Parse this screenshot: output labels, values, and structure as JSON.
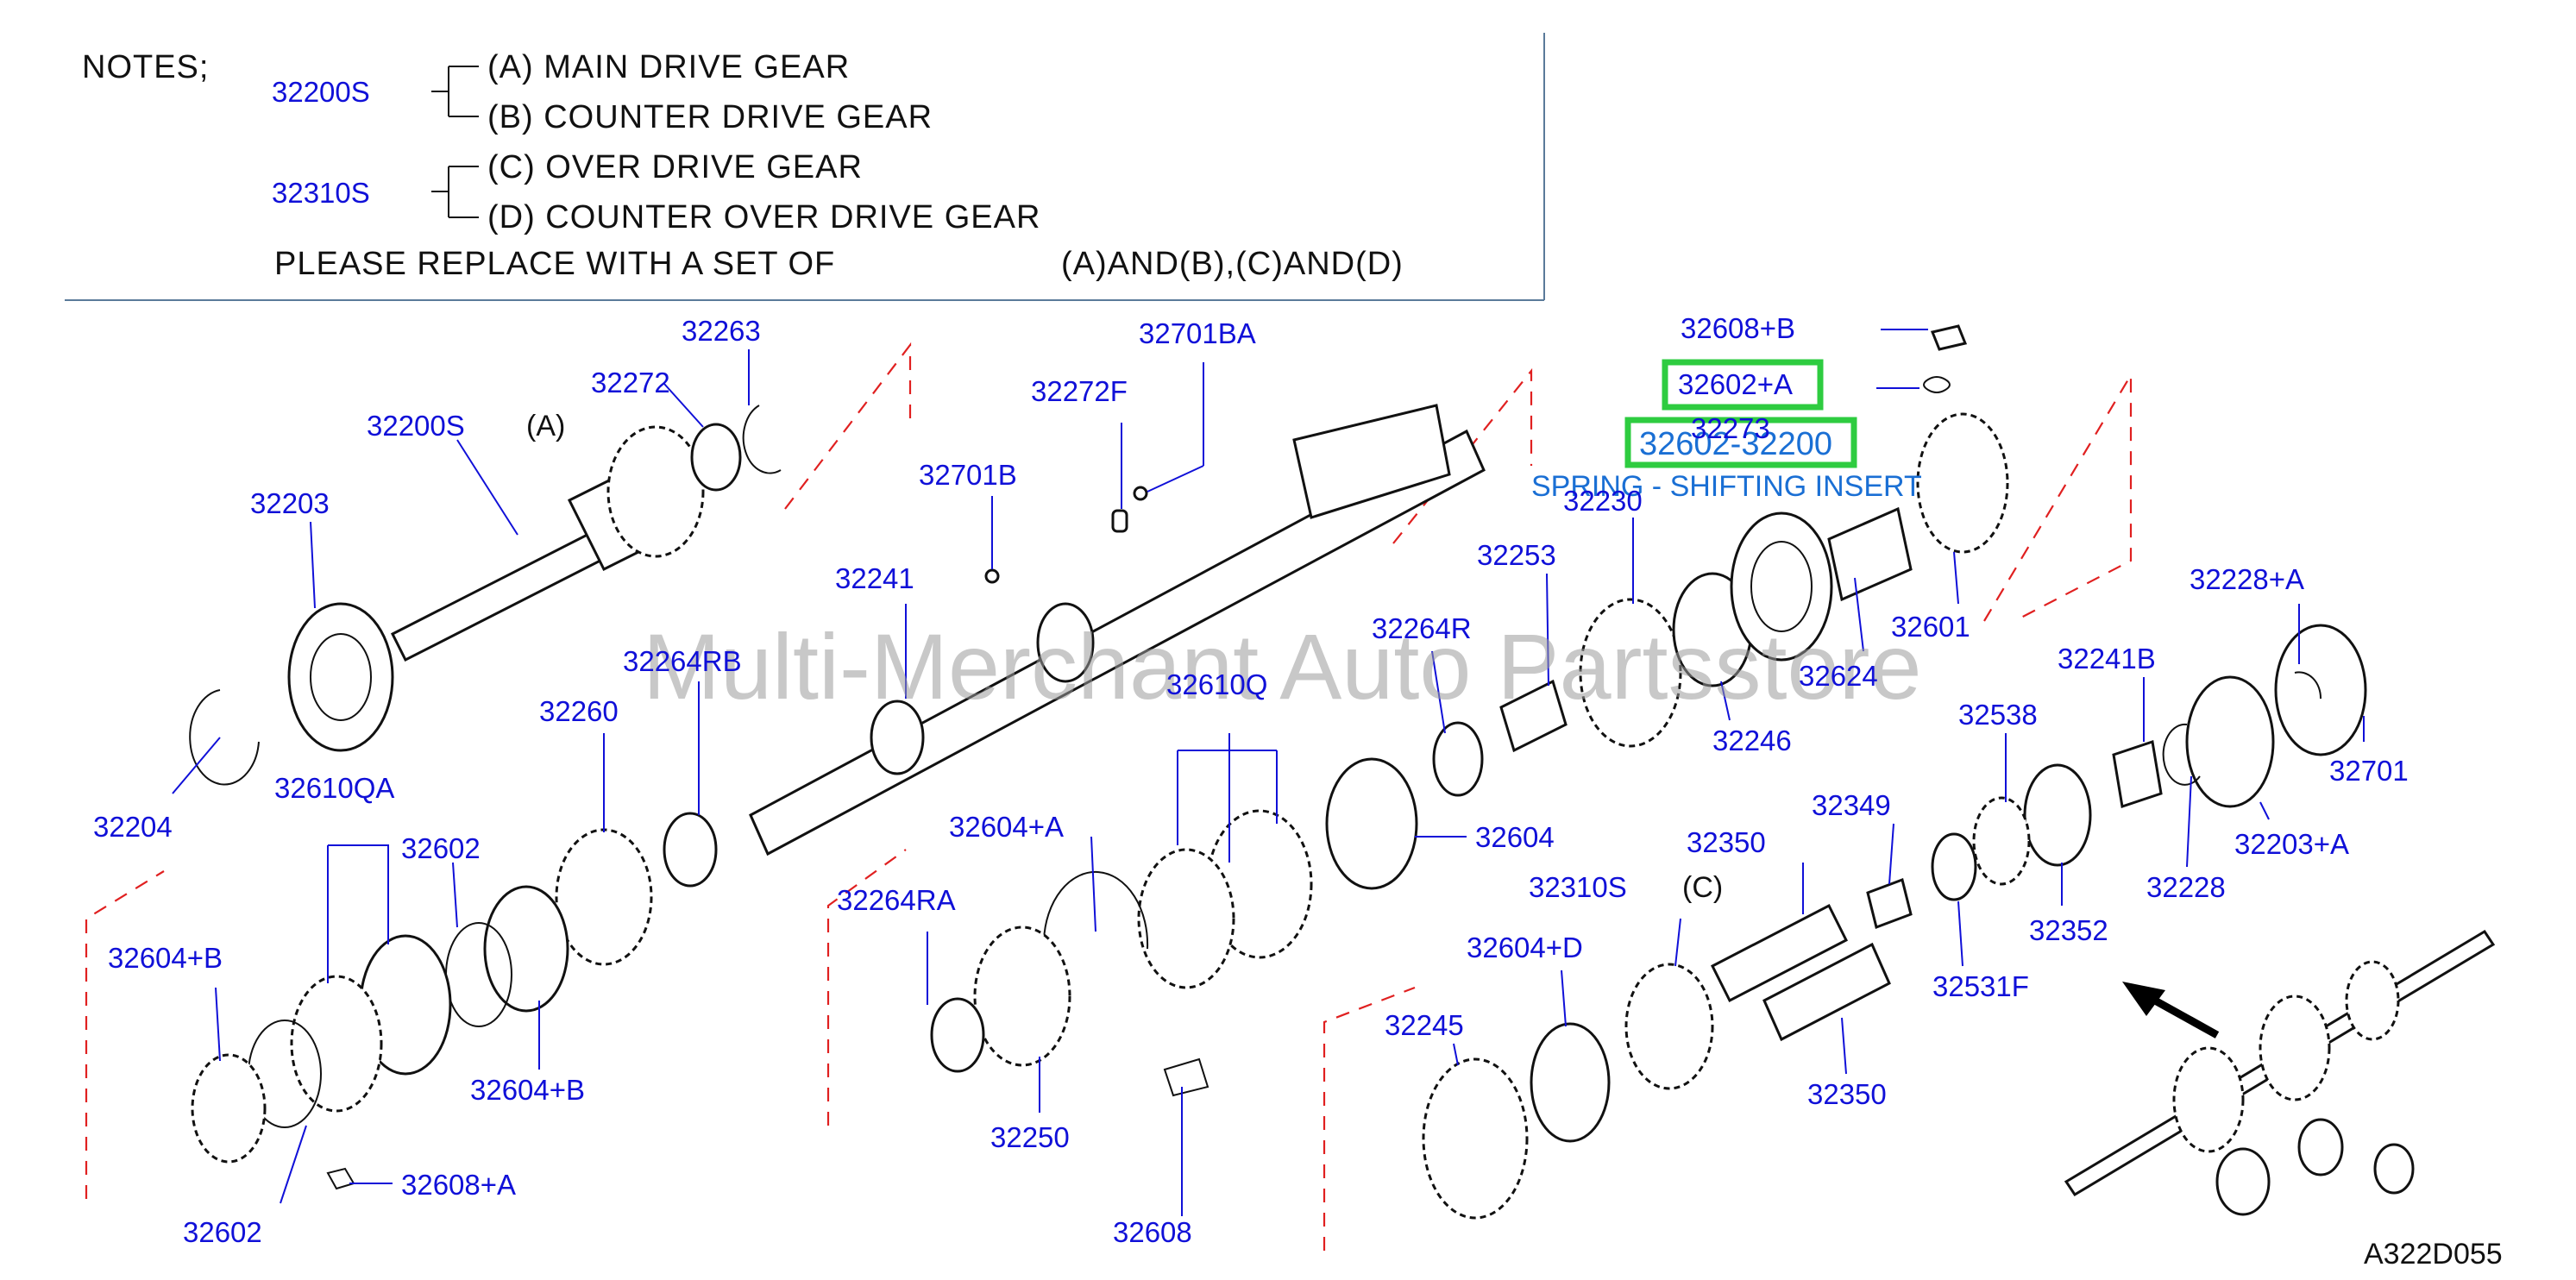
{
  "notes": {
    "heading": "NOTES;",
    "group1_part": "32200S",
    "item_a": "(A)  MAIN  DRIVE  GEAR",
    "item_b": "(B)  COUNTER  DRIVE  GEAR",
    "group2_part": "32310S",
    "item_c": "(C)  OVER  DRIVE  GEAR",
    "item_d": "(D)  COUNTER  OVER  DRIVE  GEAR",
    "replace_text": "PLEASE  REPLACE  WITH  A  SET  OF",
    "replace_sets": "(A)AND(B),(C)AND(D)"
  },
  "watermark": "Multi-Merchant Auto Partsstore",
  "diagram_code": "A322D055",
  "highlight": {
    "part_a": "32602+A",
    "part_b": "32602-32200",
    "part_b_overlap": "32273",
    "description": "SPRING - SHIFTING INSERT",
    "color": "#2ecc40",
    "text_color": "#1a6fd4"
  },
  "refs": {
    "a": "(A)",
    "c": "(C)"
  },
  "parts": {
    "p32263": "32263",
    "p32272": "32272",
    "p32200S": "32200S",
    "p32203": "32203",
    "p32204": "32204",
    "p32701BA": "32701BA",
    "p32272F": "32272F",
    "p32701B": "32701B",
    "p32241": "32241",
    "p32264RB": "32264RB",
    "p32260": "32260",
    "p32610QA": "32610QA",
    "p32602_top": "32602",
    "p32604B": "32604+B",
    "p32604B_2": "32604+B",
    "p32602_bottom": "32602",
    "p32608A": "32608+A",
    "p32610Q": "32610Q",
    "p32604A": "32604+A",
    "p32264RA": "32264RA",
    "p32250": "32250",
    "p32608": "32608",
    "p32264R": "32264R",
    "p32604": "32604",
    "p32253": "32253",
    "p32230": "32230",
    "p32246": "32246",
    "p32624": "32624",
    "p32601": "32601",
    "p32608B": "32608+B",
    "p32228A": "32228+A",
    "p32241B": "32241B",
    "p32538": "32538",
    "p32349": "32349",
    "p32350_top": "32350",
    "p32310S": "32310S",
    "p32604D": "32604+D",
    "p32245": "32245",
    "p32350_bottom": "32350",
    "p32531F": "32531F",
    "p32352": "32352",
    "p32228": "32228",
    "p32203A": "32203+A",
    "p32701": "32701"
  }
}
